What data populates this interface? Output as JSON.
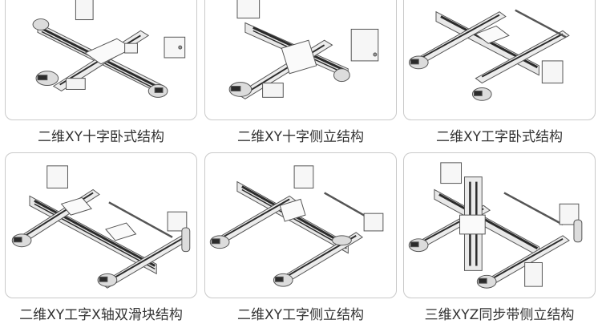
{
  "grid": {
    "items": [
      {
        "caption": "二维XY十字卧式结构",
        "icon": "xy-cross-horizontal-module-diagram"
      },
      {
        "caption": "二维XY十字侧立结构",
        "icon": "xy-cross-side-module-diagram"
      },
      {
        "caption": "二维XY工字卧式结构",
        "icon": "xy-h-horizontal-module-diagram"
      },
      {
        "caption": "二维XY工字X轴双滑块结构",
        "icon": "xy-h-dual-slider-module-diagram"
      },
      {
        "caption": "二维XY工字侧立结构",
        "icon": "xy-h-side-module-diagram"
      },
      {
        "caption": "三维XYZ同步带侧立结构",
        "icon": "xyz-belt-side-module-diagram"
      }
    ]
  },
  "colors": {
    "card_border": "#c9c9c9",
    "caption_text": "#333333",
    "rail_dark": "#2b2b2b",
    "rail_light": "#e6e6e6",
    "line": "#555555"
  }
}
